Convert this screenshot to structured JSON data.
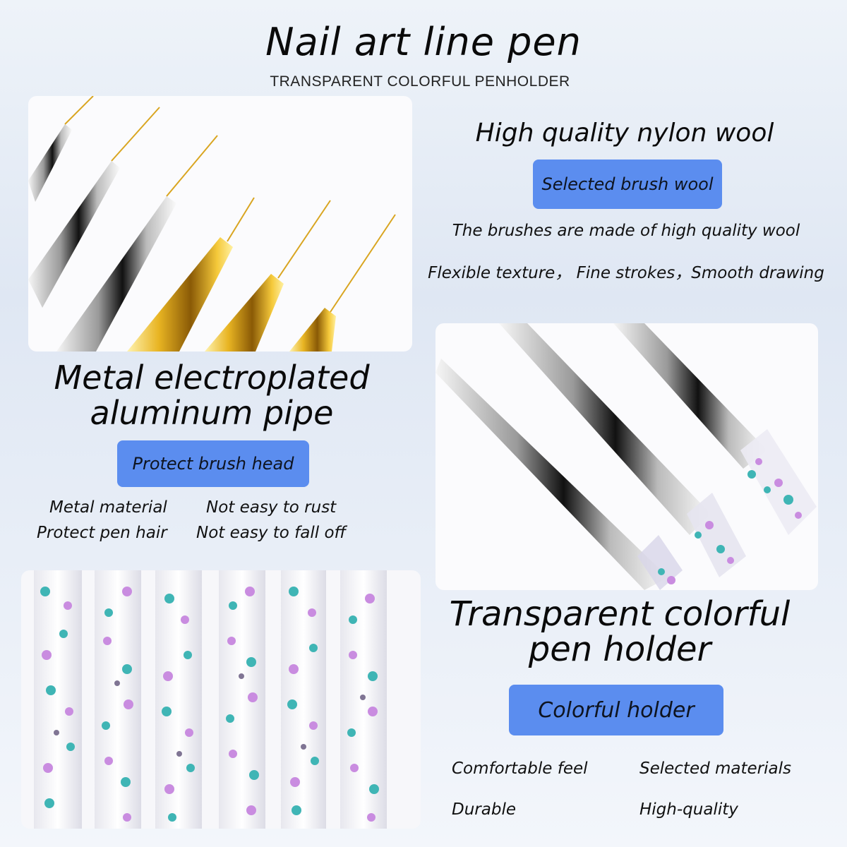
{
  "header": {
    "title": "Nail art line pen",
    "subtitle": "TRANSPARENT COLORFUL PENHOLDER"
  },
  "nylon": {
    "heading": "High quality nylon wool",
    "badge": "Selected brush wool",
    "lines": [
      "The brushes are made of high quality wool",
      "Flexible texture， Fine strokes，Smooth drawing"
    ]
  },
  "metal": {
    "heading_line1": "Metal electroplated",
    "heading_line2": "aluminum pipe",
    "badge": "Protect brush head",
    "features": [
      "Metal material",
      "Not easy to rust",
      "Protect pen hair",
      "Not easy to fall off"
    ]
  },
  "holder": {
    "heading_line1": "Transparent colorful",
    "heading_line2": "pen holder",
    "badge": "Colorful holder",
    "features": [
      "Comfortable feel",
      "Selected materials",
      "Durable",
      "High-quality"
    ]
  },
  "colors": {
    "badge_blue": "#5b8def",
    "gold": "#e8b422",
    "teal_glitter": "#3fb5b5",
    "pink_glitter": "#c98ce0"
  }
}
